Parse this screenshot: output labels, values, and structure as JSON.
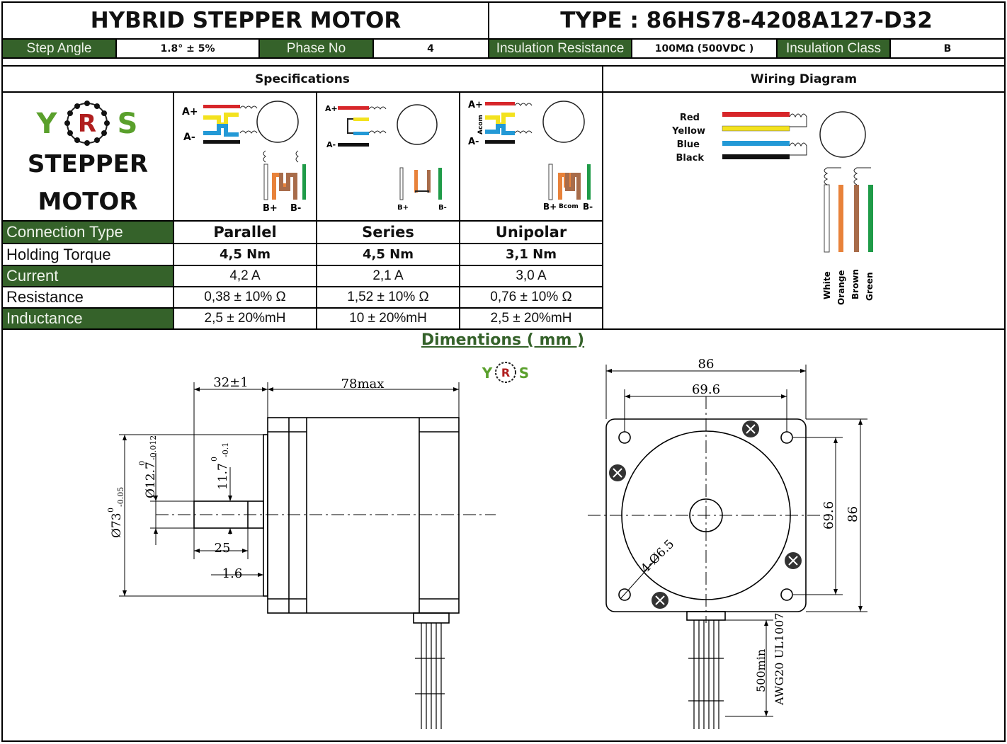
{
  "header": {
    "title": "HYBRID STEPPER MOTOR",
    "type_label": "TYPE : 86HS78-4208A127-D32"
  },
  "info": {
    "step_angle_label": "Step Angle",
    "step_angle_value": "1.8° ± 5%",
    "phase_no_label": "Phase No",
    "phase_no_value": "4",
    "insulation_resistance_label": "Insulation Resistance",
    "insulation_resistance_value": "100MΩ  (500VDC )",
    "insulation_class_label": "Insulation Class",
    "insulation_class_value": "B"
  },
  "sections": {
    "specifications": "Specifications",
    "wiring_diagram": "Wiring Diagram",
    "dimensions": "Dimentions ( mm )"
  },
  "logo": {
    "letters": "YRS",
    "line1": "STEPPER",
    "line2": "MOTOR"
  },
  "diagram_labels": {
    "a_plus": "A+",
    "a_minus": "A-",
    "a_com": "Acom",
    "b_plus": "B+",
    "b_minus": "B-",
    "b_com": "Bcom"
  },
  "table": {
    "columns": [
      "Parallel",
      "Series",
      "Unipolar"
    ],
    "rows": [
      {
        "label": "Connection Type",
        "values": [
          "Parallel",
          "Series",
          "Unipolar"
        ]
      },
      {
        "label": "Holding Torque",
        "values": [
          "4,5 Nm",
          "4,5 Nm",
          "3,1 Nm"
        ]
      },
      {
        "label": "Current",
        "values": [
          "4,2 A",
          "2,1 A",
          "3,0 A"
        ]
      },
      {
        "label": "Resistance",
        "values": [
          "0,38 ± 10% Ω",
          "1,52 ± 10% Ω",
          "0,76 ± 10% Ω"
        ]
      },
      {
        "label": "Inductance",
        "values": [
          "2,5  ±  20%mH",
          "10  ±  20%mH",
          "2,5  ±  20%mH"
        ]
      }
    ]
  },
  "wiring": {
    "a_wires": [
      "Red",
      "Yellow",
      "Blue",
      "Black"
    ],
    "b_wires": [
      "White",
      "Orange",
      "Brown",
      "Green"
    ],
    "colors": {
      "Red": "#d7262a",
      "Yellow": "#f3e21e",
      "Blue": "#2399d6",
      "Black": "#111111",
      "White": "#ffffff",
      "Orange": "#e8823a",
      "Brown": "#a86c4a",
      "Green": "#1f9b48"
    }
  },
  "dimensions": {
    "side": {
      "shaft_length": "32±1",
      "body_length": "78max",
      "flange_dia": "Ø73",
      "flange_tol_upper": "0",
      "flange_tol_lower": "-0.05",
      "shaft_dia": "Ø12.7",
      "shaft_tol_upper": "0",
      "shaft_tol_lower": "-0.012",
      "flat": "11.7",
      "flat_tol_upper": "0",
      "flat_tol_lower": "-0.1",
      "flat_length": "25",
      "boss": "1.6"
    },
    "front": {
      "width": "86",
      "hole_spacing_h": "69.6",
      "hole_spacing_v": "69.6",
      "height": "86",
      "hole_dia": "4-Ø6.5",
      "lead_length": "500min",
      "wire_spec": "AWG20 UL1007"
    }
  },
  "brand": {
    "green": "#35622a",
    "border": "#000000"
  }
}
